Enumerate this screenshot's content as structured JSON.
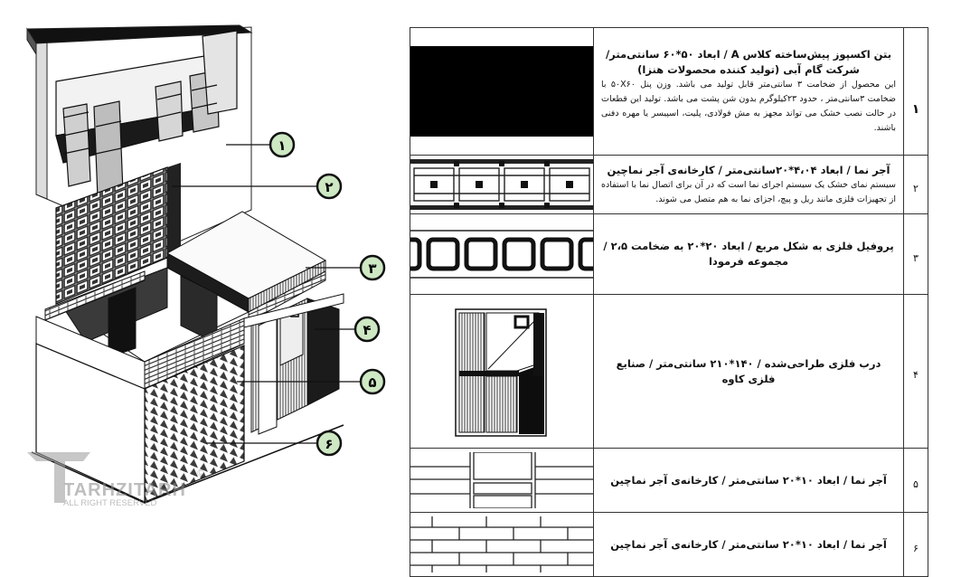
{
  "callouts": [
    "۱",
    "۲",
    "۳",
    "۴",
    "۵",
    "۶"
  ],
  "watermark": {
    "brand": "TARHZITARH",
    "sub": "ALL RIGHT RESERVED",
    "mark": "©"
  },
  "rows": [
    {
      "num": "۱",
      "title": "بتن اکسپوز پیش‌ساخته کلاس A / ابعاد ۵۰*۶۰ سانتی‌متر/ شرکت گام آبی (تولید کننده محصولات هنزا)",
      "text": "این محصول از ضخامت ۳ سانتی‌متر قابل تولید می باشد. وزن  پنل ۵۰X۶۰ با ضخامت ۳سانتی‌متر ، حدود ۲۳کیلوگرم بدون شن پشت می باشد. تولید این قطعات در حالت نصب خشک می تواند مجهز به مش فولادی، پلیت، اسپیسر یا مهره دفنی باشند."
    },
    {
      "num": "۲",
      "title": "آجر نما / ابعاد ۴،۰۴*۲۰سانتی‌متر / کارخانه‌ی آجر نماچین",
      "text": "سیستم نمای خشک یک سیستم اجرای نما است که در آن برای اتصال نما با استفاده از تجهیزات فلزی مانند ریل و پیچ، اجزای نما به هم متصل می شوند."
    },
    {
      "num": "۳",
      "title": "پروفیل فلزی به شکل مربع / ابعاد ۲۰*۲۰ به ضخامت ۲،۵ / مجموعه فرمودا",
      "text": ""
    },
    {
      "num": "۴",
      "title": "درب فلزی طراحی‌شده / ۱۴۰*۲۱۰ سانتی‌متر / صنایع فلزی کاوه",
      "text": ""
    },
    {
      "num": "۵",
      "title": "آجر نما / ابعاد ۱۰*۲۰ سانتی‌متر / کارخانه‌ی آجر نماچین",
      "text": ""
    },
    {
      "num": "۶",
      "title": "آجر نما / ابعاد ۱۰*۲۰ سانتی‌متر / کارخانه‌ی آجر نماچین",
      "text": ""
    }
  ]
}
